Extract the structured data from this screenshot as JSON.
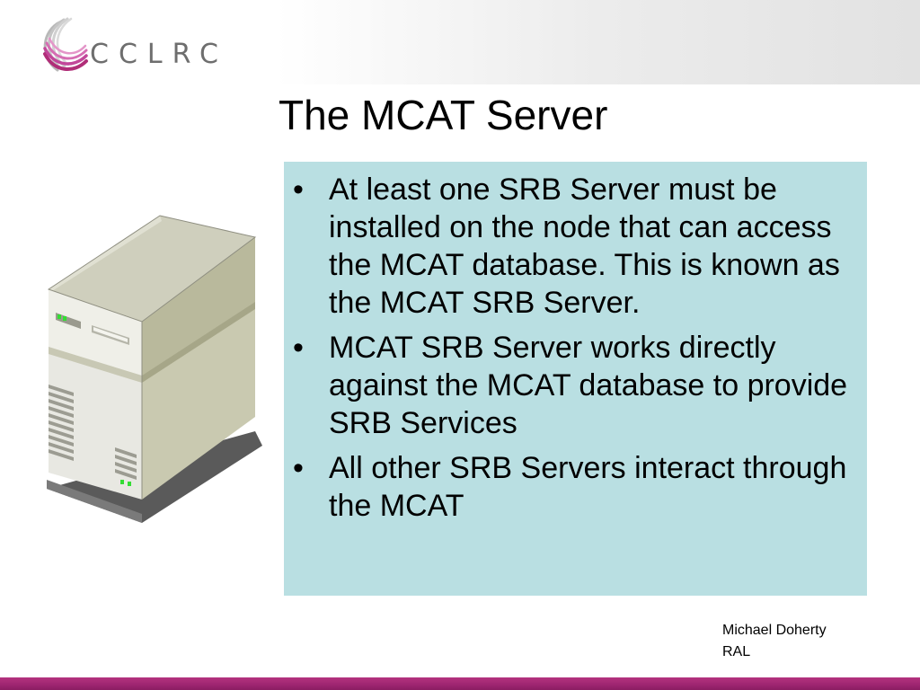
{
  "header": {
    "logo_text": "CCLRC"
  },
  "slide": {
    "title": "The MCAT Server",
    "bullets": [
      "At least one SRB Server must be installed on the node that can access the MCAT database. This is known as the MCAT SRB Server.",
      "MCAT SRB Server works directly against the MCAT database to provide SRB Services",
      "All other SRB Servers interact through the MCAT"
    ],
    "bullet_glyph": "•"
  },
  "footer": {
    "author": "Michael Doherty",
    "organisation": "RAL"
  },
  "colors": {
    "content_box": "#b9dfe2",
    "footer_bar": "#9d2570",
    "logo_text": "#6e6e6e"
  },
  "icons": {
    "logo_mark": "cclrc-swirl-logo-icon",
    "illustration": "server-tower-icon"
  }
}
